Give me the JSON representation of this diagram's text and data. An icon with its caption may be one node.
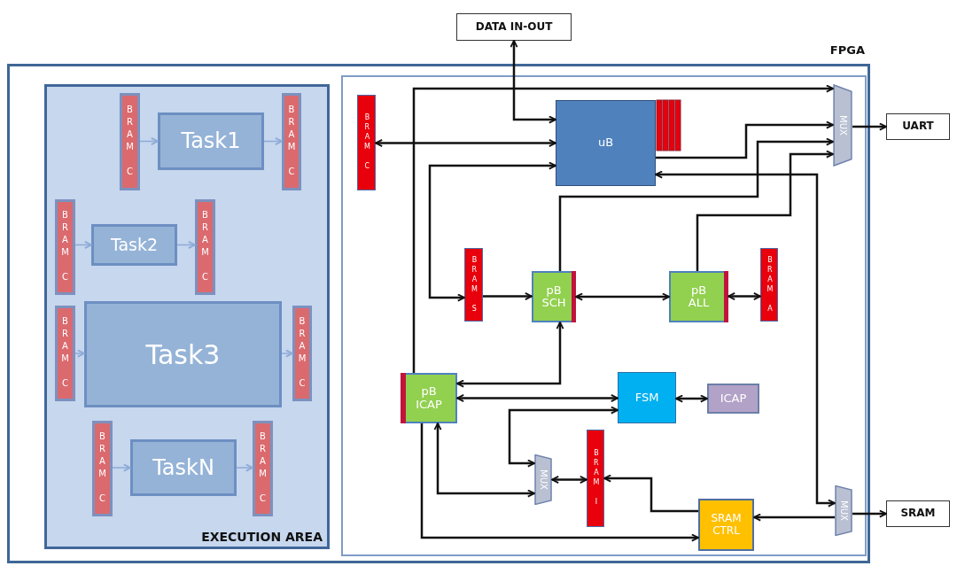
{
  "diagram": {
    "nodes": [
      {
        "text": [
          "DATA IN-OUT"
        ]
      },
      {
        "text": [
          "FPGA"
        ]
      },
      {
        "text": [
          "EXECUTION AREA"
        ],
        "in": 1
      },
      {
        "text": [
          "BRAM C"
        ],
        "in": 2
      },
      {
        "text": [
          "Task1"
        ],
        "in": 2
      },
      {
        "text": [
          "BRAM C"
        ],
        "in": 2
      },
      {
        "text": [
          "BRAM C"
        ],
        "in": 2
      },
      {
        "text": [
          "Task2"
        ],
        "in": 2
      },
      {
        "text": [
          "BRAM C"
        ],
        "in": 2
      },
      {
        "text": [
          "BRAM C"
        ],
        "in": 2
      },
      {
        "text": [
          "Task3"
        ],
        "in": 2
      },
      {
        "text": [
          "BRAM C"
        ],
        "in": 2
      },
      {
        "text": [
          "BRAM C"
        ],
        "in": 2
      },
      {
        "text": [
          "TaskN"
        ],
        "in": 2
      },
      {
        "text": [
          "BRAM C"
        ],
        "in": 2
      },
      {
        "text": [],
        "shape": "box",
        "in": 1
      },
      {
        "text": [
          "BRAM C"
        ],
        "in": 15
      },
      {
        "text": [
          "uB"
        ],
        "in": 15
      },
      {
        "text": [
          "MUX"
        ],
        "in": 15
      },
      {
        "text": [
          "BRAM S"
        ],
        "in": 15
      },
      {
        "text": [
          "pB SCH"
        ],
        "in": 15
      },
      {
        "text": [
          "pB ALL"
        ],
        "in": 15
      },
      {
        "text": [
          "BRAM A"
        ],
        "in": 15
      },
      {
        "text": [
          "pB ICAP"
        ],
        "in": 15
      },
      {
        "text": [
          "FSM"
        ],
        "in": 15
      },
      {
        "text": [
          "ICAP"
        ],
        "in": 15
      },
      {
        "text": [
          "MUX"
        ],
        "in": 15
      },
      {
        "text": [
          "BRAM I"
        ],
        "in": 15
      },
      {
        "text": [
          "SRAM CTRL"
        ],
        "in": 15
      },
      {
        "text": [
          "MUX"
        ],
        "in": 15
      },
      {
        "text": [
          "UART"
        ]
      },
      {
        "text": [
          "SRAM"
        ]
      }
    ],
    "edges": [
      {
        "from": 3,
        "to": 4,
        "arrow": "to",
        "color": "#8eaad6"
      },
      {
        "from": 4,
        "to": 5,
        "arrow": "to",
        "color": "#8eaad6"
      },
      {
        "from": 6,
        "to": 7,
        "arrow": "to",
        "color": "#8eaad6"
      },
      {
        "from": 7,
        "to": 8,
        "arrow": "to",
        "color": "#8eaad6"
      },
      {
        "from": 9,
        "to": 10,
        "arrow": "to",
        "color": "#8eaad6"
      },
      {
        "from": 10,
        "to": 11,
        "arrow": "to",
        "color": "#8eaad6"
      },
      {
        "from": 12,
        "to": 13,
        "arrow": "to",
        "color": "#8eaad6"
      },
      {
        "from": 13,
        "to": 14,
        "arrow": "to",
        "color": "#8eaad6"
      },
      {
        "from": 0,
        "to": 17,
        "arrow": "both"
      },
      {
        "from": 16,
        "to": 17,
        "arrow": "both"
      },
      {
        "from": 23,
        "to": 18,
        "arrow": "to"
      },
      {
        "from": 17,
        "to": 19,
        "arrow": "both"
      },
      {
        "from": 19,
        "to": 20,
        "arrow": "to"
      },
      {
        "from": 21,
        "to": 20,
        "arrow": "both"
      },
      {
        "from": 21,
        "to": 22,
        "arrow": "both"
      },
      {
        "from": 17,
        "to": 18,
        "arrow": "to"
      },
      {
        "from": 20,
        "to": 18,
        "arrow": "to"
      },
      {
        "from": 21,
        "to": 18,
        "arrow": "to"
      },
      {
        "from": 17,
        "to": 29,
        "arrow": "both"
      },
      {
        "from": 20,
        "to": 23,
        "arrow": "both"
      },
      {
        "from": 23,
        "to": 24,
        "arrow": "both"
      },
      {
        "from": 24,
        "to": 25,
        "arrow": "both"
      },
      {
        "from": 24,
        "to": 26,
        "arrow": "both"
      },
      {
        "from": 23,
        "to": 26,
        "arrow": "both"
      },
      {
        "from": 26,
        "to": 27,
        "arrow": "both"
      },
      {
        "from": 28,
        "to": 27,
        "arrow": "to"
      },
      {
        "from": 23,
        "to": 28,
        "arrow": "to"
      },
      {
        "from": 29,
        "to": 28,
        "arrow": "to"
      },
      {
        "from": 18,
        "to": 30,
        "arrow": "to"
      },
      {
        "from": 29,
        "to": 31,
        "arrow": "to"
      }
    ]
  }
}
